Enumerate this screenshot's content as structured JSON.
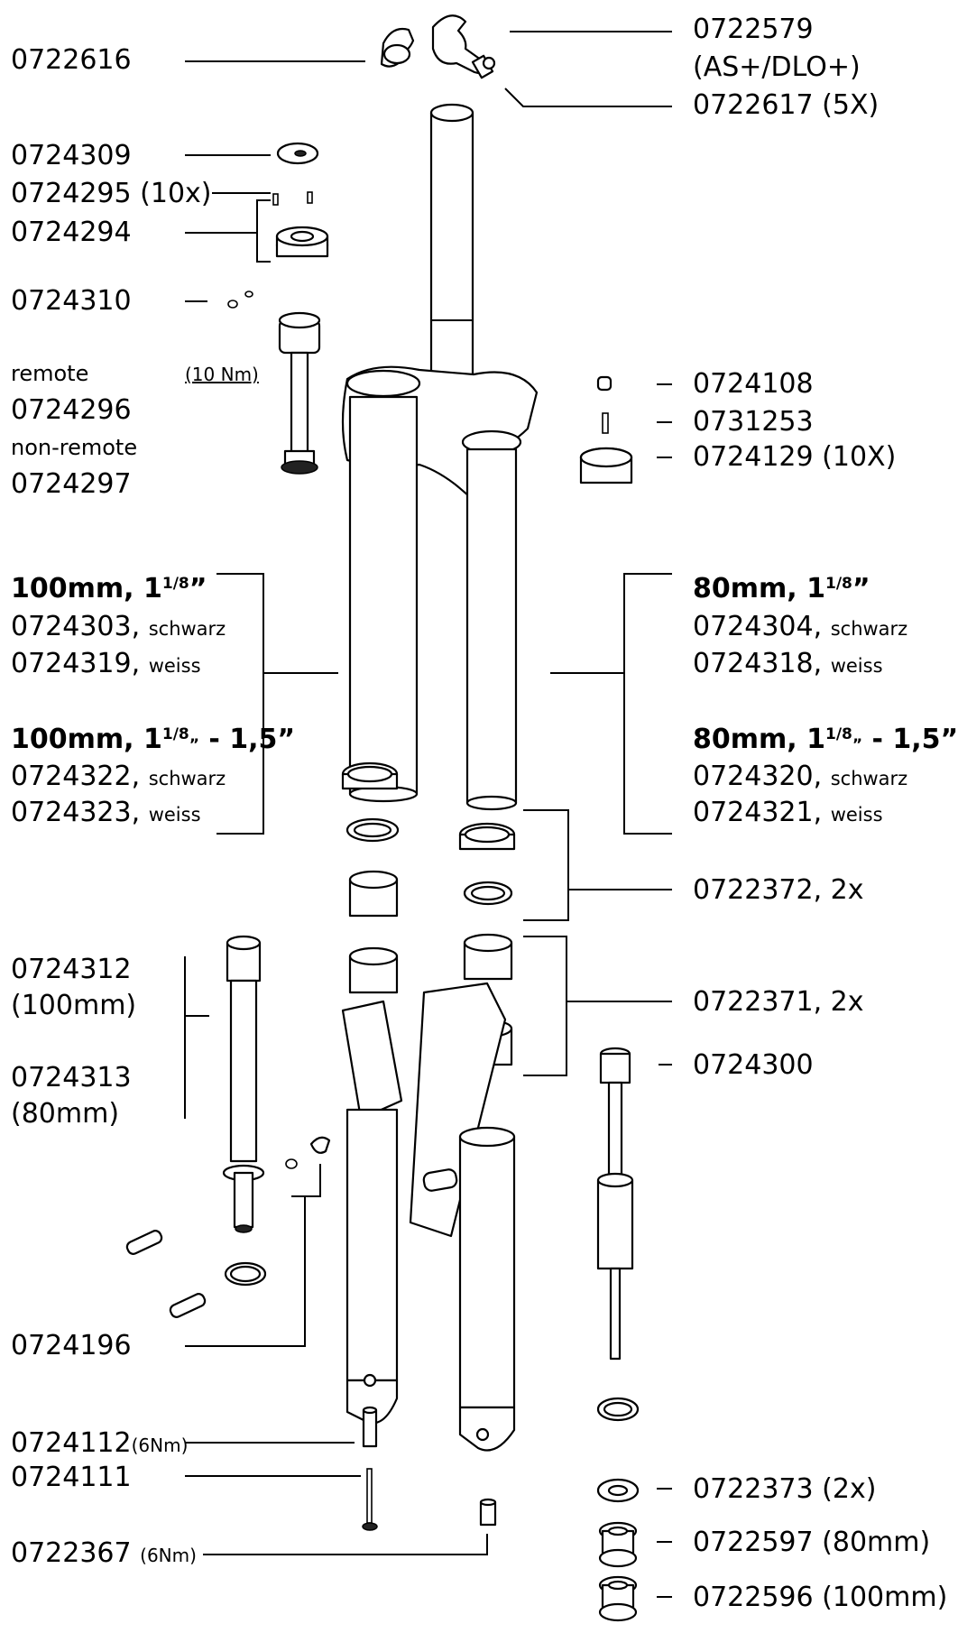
{
  "labels_left": {
    "p0722616": "0722616",
    "p0724309": "0724309",
    "p0724295": "0724295",
    "p0724295_qty": "(10x)",
    "p0724294": "0724294",
    "p0724310": "0724310",
    "remote": "remote",
    "torque_10": "(10 Nm)",
    "p0724296": "0724296",
    "non_remote": "non-remote",
    "p0724297": "0724297",
    "size_100_a": "100mm, 1",
    "frac_a": "1/8",
    "p0724303": "0724303",
    "schwarz": "schwarz",
    "p0724319": "0724319",
    "weiss": "weiss",
    "size_100_b": "100mm, 1",
    "range_b": " - 1,5",
    "p0724322": "0724322",
    "p0724323": "0724323",
    "p0724312": "0724312",
    "p0724312_size": "(100mm)",
    "p0724313": "0724313",
    "p0724313_size": "(80mm)",
    "p0724196": "0724196",
    "p0724112": "0724112",
    "torque_6": "(6Nm)",
    "p0724111": "0724111",
    "p0722367": "0722367"
  },
  "labels_right": {
    "p0722579": "0722579",
    "p0722579_note": "(AS+/DLO+)",
    "p0722617": "0722617",
    "p0722617_qty": "(5X)",
    "p0724108": "0724108",
    "p0731253": "0731253",
    "p0724129": "0724129",
    "p0724129_qty": "(10X)",
    "size_80_a": "80mm, 1",
    "p0724304": "0724304",
    "p0724318": "0724318",
    "size_80_b": "80mm, 1",
    "p0724320": "0724320",
    "p0724321": "0724321",
    "p0722372": "0722372, 2x",
    "p0722371": "0722371, 2x",
    "p0724300": "0724300",
    "p0722373": "0722373",
    "p0722373_qty": "(2x)",
    "p0722597": "0722597",
    "p0722597_size": "(80mm)",
    "p0722596": "0722596",
    "p0722596_size": "(100mm)"
  },
  "dash": "–",
  "comma": ",",
  "colors": {
    "ink": "#000000",
    "paper": "#ffffff"
  }
}
